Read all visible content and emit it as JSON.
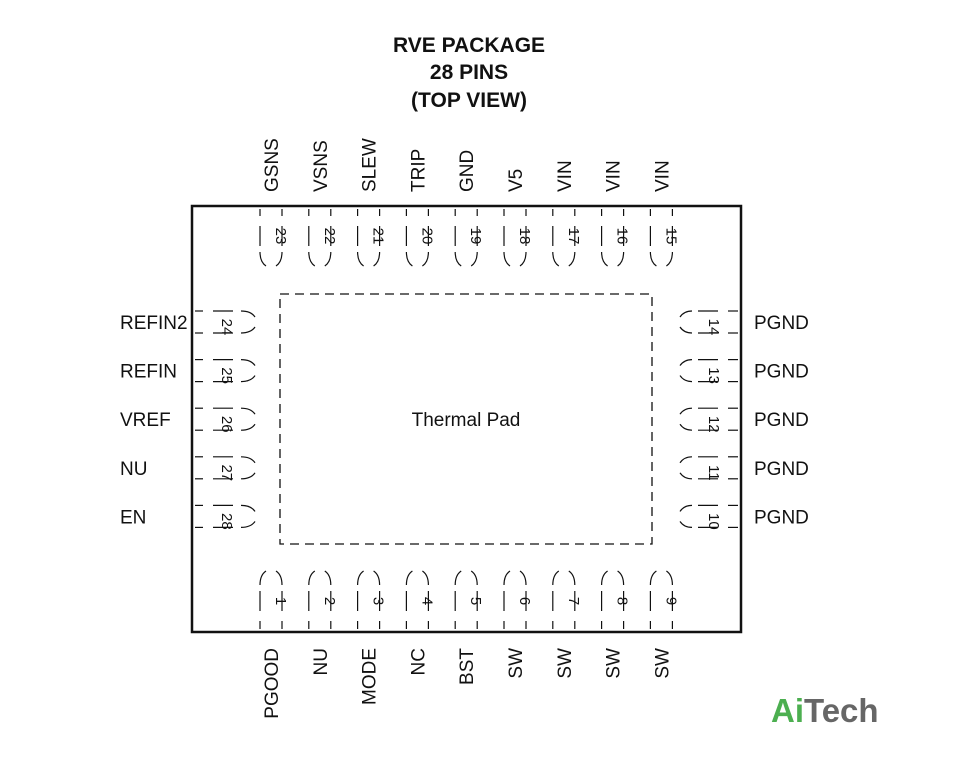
{
  "title": {
    "line1": "RVE PACKAGE",
    "line2": "28 PINS",
    "line3": "(TOP VIEW)"
  },
  "thermal_pad_label": "Thermal Pad",
  "pins": {
    "top": [
      {
        "num": "23",
        "name": "GSNS"
      },
      {
        "num": "22",
        "name": "VSNS"
      },
      {
        "num": "21",
        "name": "SLEW"
      },
      {
        "num": "20",
        "name": "TRIP"
      },
      {
        "num": "19",
        "name": "GND"
      },
      {
        "num": "18",
        "name": "V5"
      },
      {
        "num": "17",
        "name": "VIN"
      },
      {
        "num": "16",
        "name": "VIN"
      },
      {
        "num": "15",
        "name": "VIN"
      }
    ],
    "bottom": [
      {
        "num": "1",
        "name": "PGOOD"
      },
      {
        "num": "2",
        "name": "NU"
      },
      {
        "num": "3",
        "name": "MODE"
      },
      {
        "num": "4",
        "name": "NC"
      },
      {
        "num": "5",
        "name": "BST"
      },
      {
        "num": "6",
        "name": "SW"
      },
      {
        "num": "7",
        "name": "SW"
      },
      {
        "num": "8",
        "name": "SW"
      },
      {
        "num": "9",
        "name": "SW"
      }
    ],
    "left": [
      {
        "num": "24",
        "name": "REFIN2"
      },
      {
        "num": "25",
        "name": "REFIN"
      },
      {
        "num": "26",
        "name": "VREF"
      },
      {
        "num": "27",
        "name": "NU"
      },
      {
        "num": "28",
        "name": "EN"
      }
    ],
    "right": [
      {
        "num": "14",
        "name": "PGND"
      },
      {
        "num": "13",
        "name": "PGND"
      },
      {
        "num": "12",
        "name": "PGND"
      },
      {
        "num": "11",
        "name": "PGND"
      },
      {
        "num": "10",
        "name": "PGND"
      }
    ]
  },
  "logo": {
    "part1": "Ai",
    "part2": "Tech"
  },
  "colors": {
    "line": "#111111",
    "logo_green": "#4caf50",
    "logo_gray": "#666666"
  }
}
